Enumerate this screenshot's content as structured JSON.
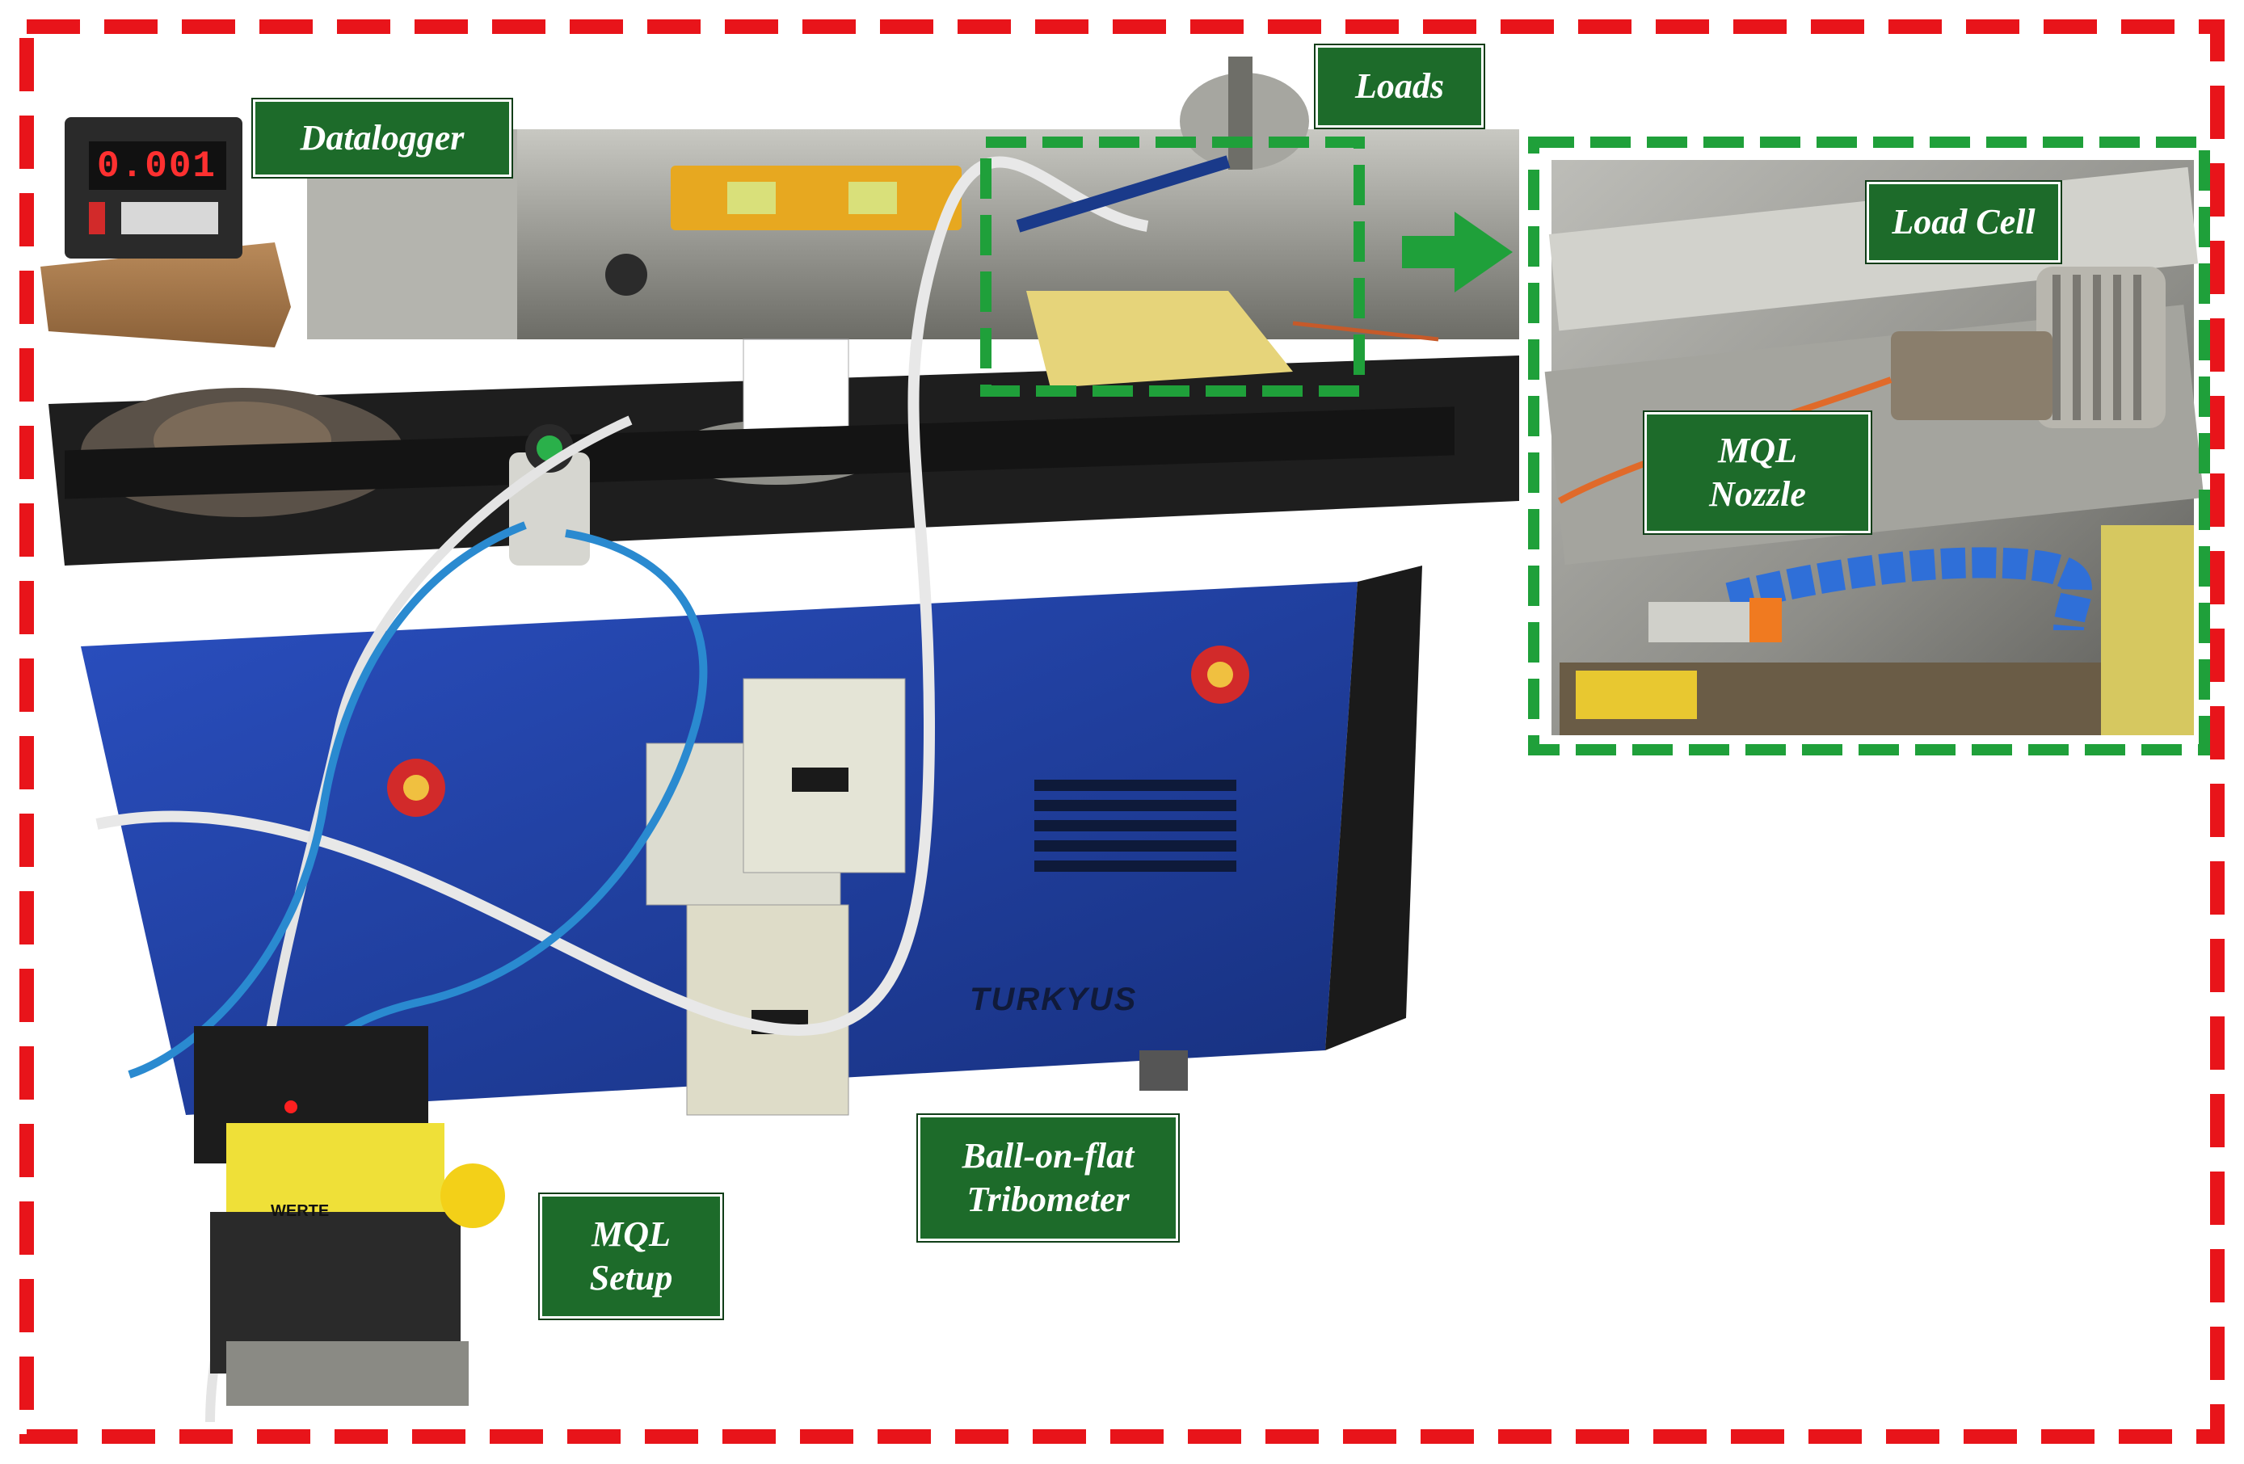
{
  "labels": {
    "datalogger": "Datalogger",
    "loads": "Loads",
    "load_cell": "Load Cell",
    "mql_nozzle": "MQL\nNozzle",
    "ball_on_flat_tribometer": "Ball-on-flat\nTribometer",
    "mql_setup": "MQL\nSetup"
  },
  "machine_brand": "TURKYUS",
  "datalogger_readout": "0.001",
  "mql_unit_brand": "WERTE",
  "colors": {
    "outer_frame": "#e8141a",
    "detail_frame": "#1fa03a",
    "label_bg": "#1d6b2a",
    "machine_blue": "#1e3fa8"
  },
  "icons": {
    "callout_arrow": "arrow-right-icon"
  }
}
